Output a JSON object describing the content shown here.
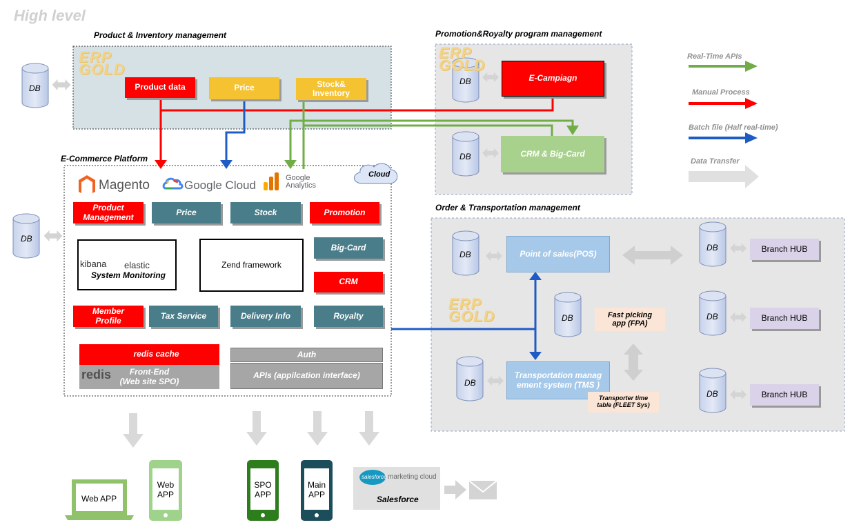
{
  "title": "High level",
  "sections": {
    "product_inventory": {
      "title": "Product & Inventory management",
      "erp": [
        "ERP",
        "GOLD"
      ],
      "db": "DB",
      "items": [
        "Product data",
        "Price",
        "Stock&",
        "Inventory"
      ]
    },
    "promotion": {
      "title": "Promotion&Royalty program management",
      "erp": [
        "ERP",
        "GOLD"
      ],
      "db1": "DB",
      "db2": "DB",
      "campaign": "E-Campiagn",
      "crm": "CRM & Big-Card"
    },
    "ecommerce": {
      "title": "E-Commerce Platform",
      "cloud": "Cloud",
      "db": "DB",
      "logos": {
        "magento": "Magento",
        "google_cloud": "Google Cloud",
        "ga1": "Google",
        "ga2": "Analytics"
      },
      "row1": [
        "Product",
        "Management",
        "Price",
        "Stock",
        "Promotion"
      ],
      "monitoring": {
        "kibana": "kibana",
        "elastic": "elastic",
        "label": "System Monitoring"
      },
      "zend": "Zend framework",
      "bigcard": "Big-Card",
      "crm": "CRM",
      "row3": [
        "Member",
        "Profile",
        "Tax Service",
        "Delivery Info",
        "Royalty"
      ],
      "redis_cache": "redis cache",
      "redis": "redis",
      "frontend": [
        "Front-End",
        "(Web site SPO)"
      ],
      "auth": "Auth",
      "apis": "APIs (appilcation interface)"
    },
    "order_transport": {
      "title": "Order & Transportation management",
      "erp": [
        "ERP",
        "GOLD"
      ],
      "db": [
        "DB",
        "DB",
        "DB",
        "DB",
        "DB",
        "DB"
      ],
      "pos": "Point of sales(POS)",
      "fpa": [
        "Fast picking",
        "app (FPA)"
      ],
      "tms": [
        "Transportation manag",
        "ement system (TMS )"
      ],
      "fleet": [
        "Transporter time",
        "table (FLEET Sys)"
      ],
      "hubs": [
        "Branch HUB",
        "Branch HUB",
        "Branch HUB"
      ]
    }
  },
  "legend": [
    {
      "label": "Real-Time APIs",
      "color": "#70ad47"
    },
    {
      "label": "Manual Process",
      "color": "#ff0000"
    },
    {
      "label": "Batch file (Half real-time)",
      "color": "#1f5bc4"
    },
    {
      "label": "Data Transfer",
      "color": "#dcdcdc"
    }
  ],
  "clients": {
    "webapp_laptop": "Web APP",
    "webapp_phone": [
      "Web",
      "APP"
    ],
    "spo_app": [
      "SPO",
      "APP"
    ],
    "main_app": [
      "Main",
      "APP"
    ],
    "salesforce_logo": "salesforce",
    "marketing_cloud": "marketing cloud",
    "salesforce": "Salesforce"
  },
  "colors": {
    "realtime": "#70ad47",
    "manual": "#ff0000",
    "batch": "#1f5bc4",
    "transfer": "#dcdcdc"
  }
}
